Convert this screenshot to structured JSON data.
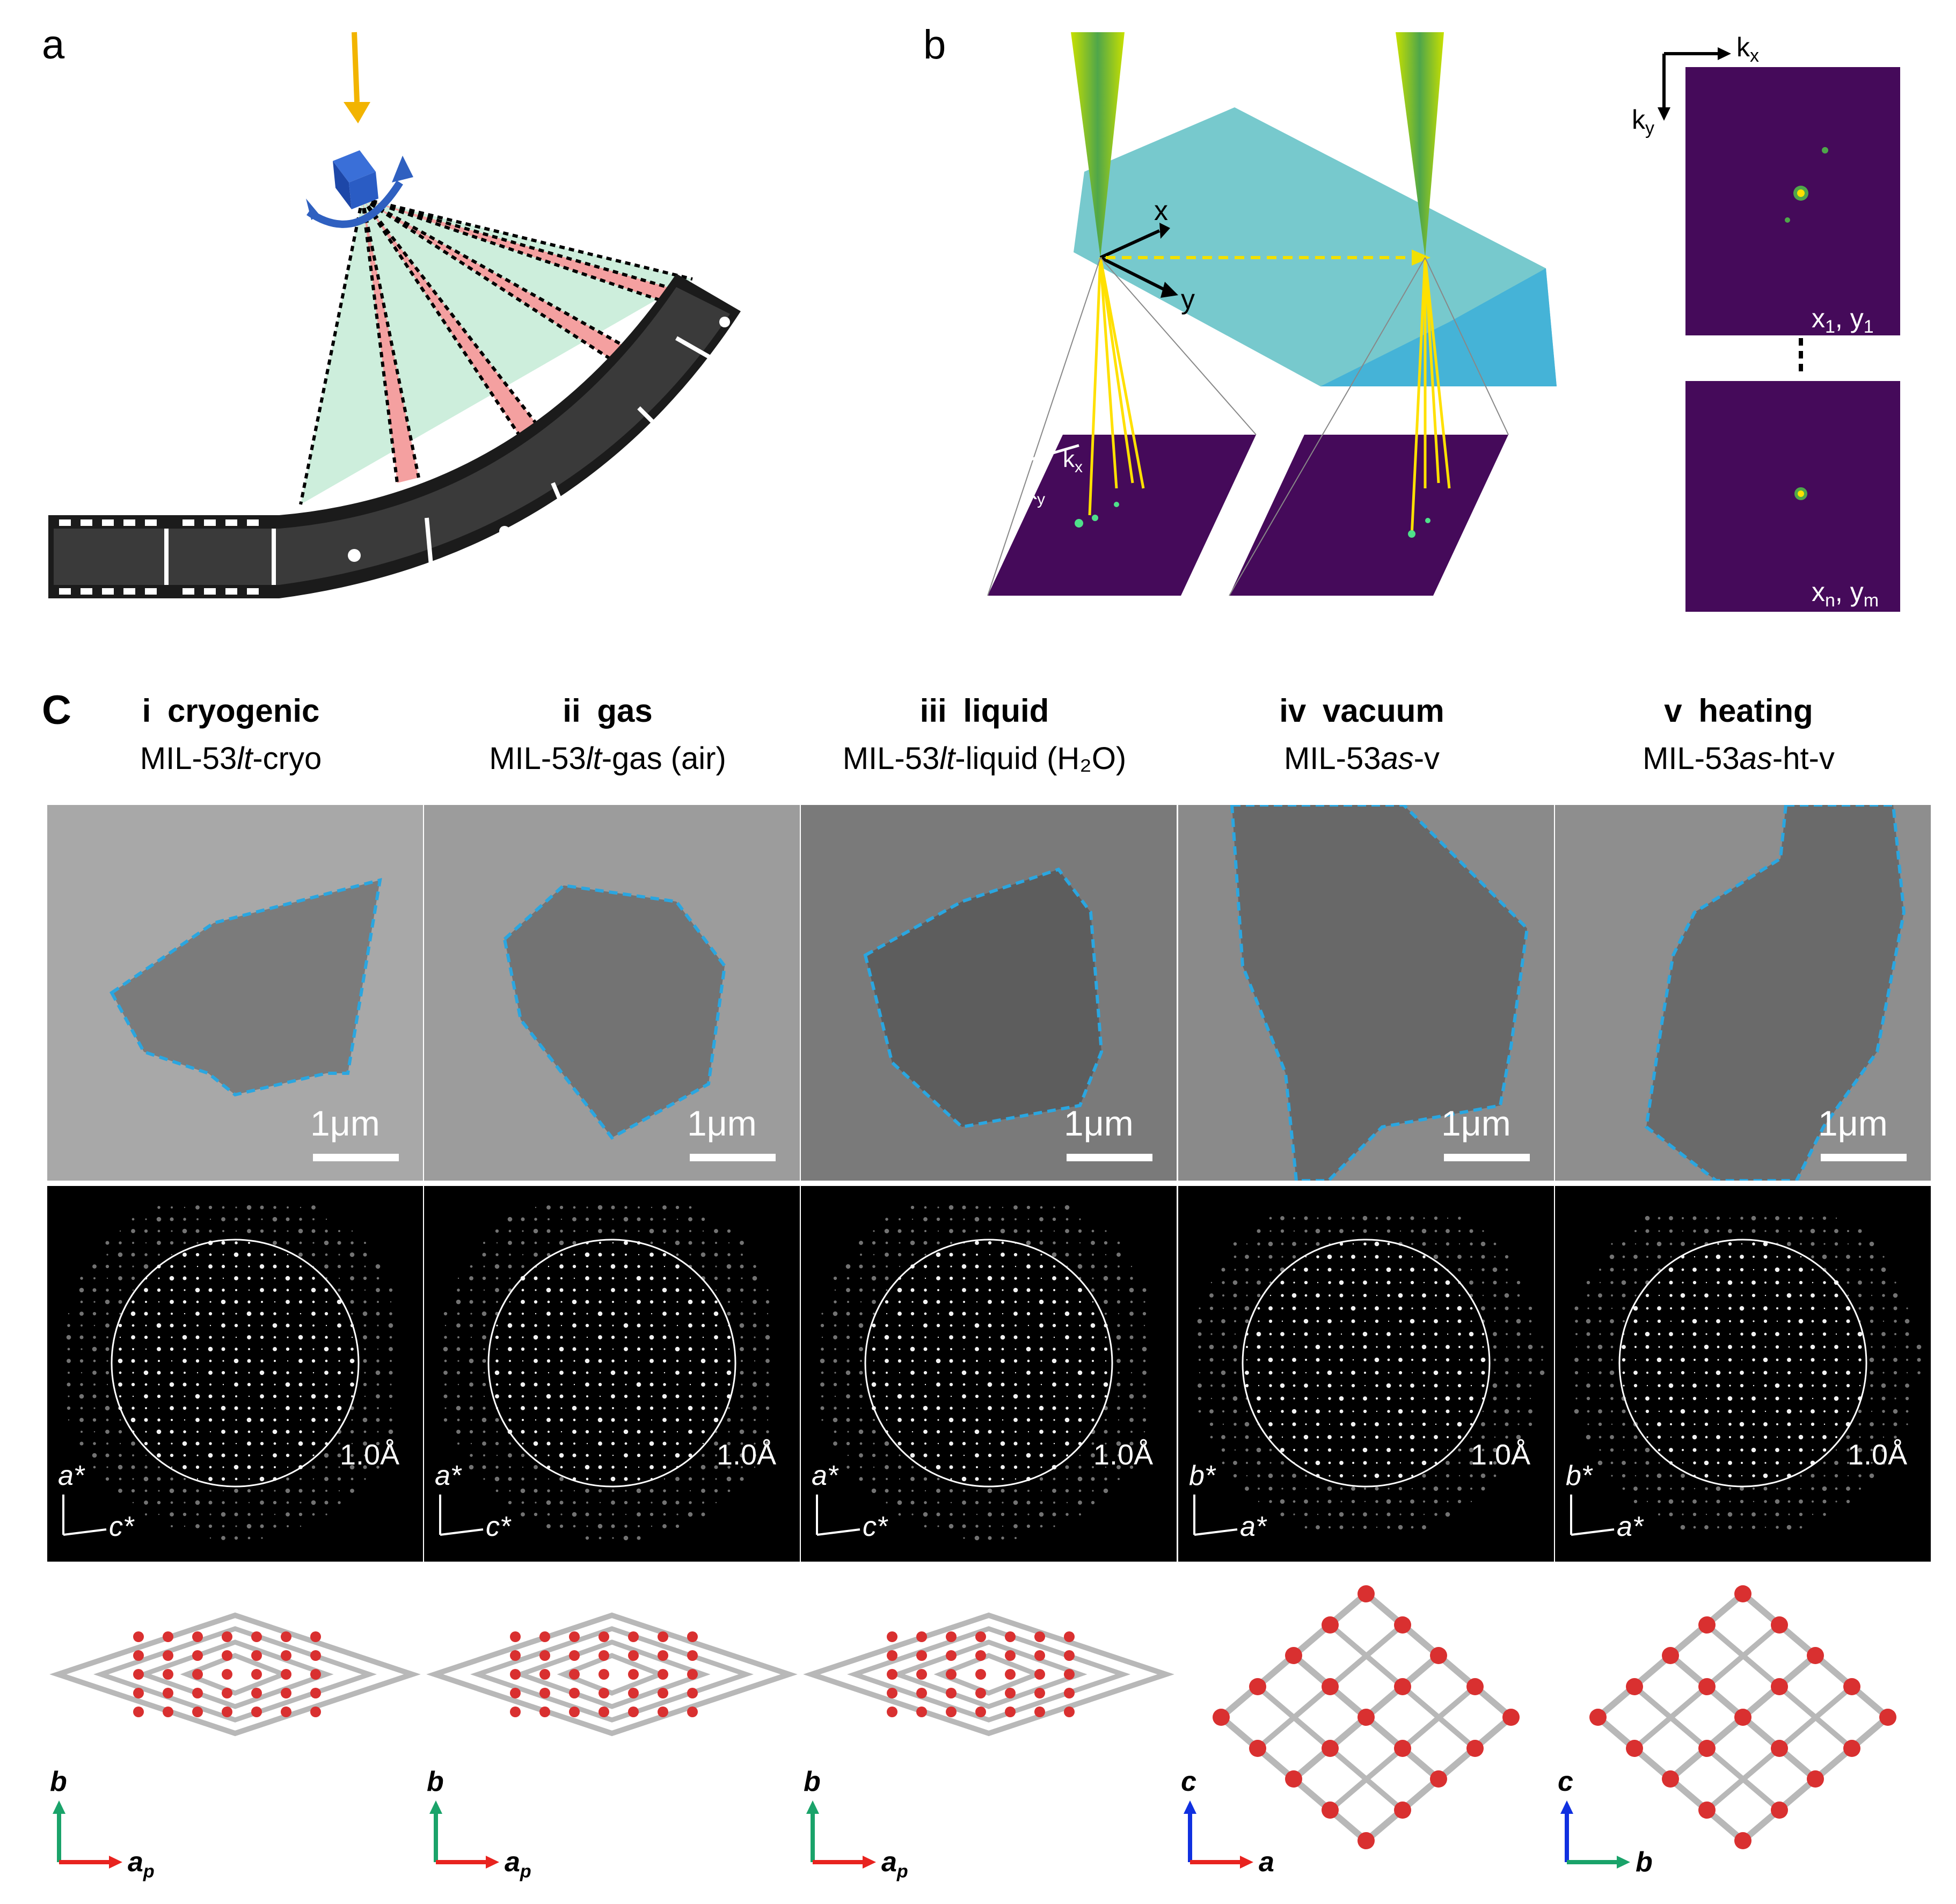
{
  "panels": {
    "a": "a",
    "b": "b",
    "c": "C"
  },
  "panel_b": {
    "x_axis": "x",
    "y_axis": "y",
    "kx": "k",
    "kx_sub": "x",
    "ky": "k",
    "ky_sub": "y",
    "pattern1_label": "x",
    "pattern1_sub1": "1",
    "pattern1_sep": ", y",
    "pattern1_sub2": "1",
    "pattern2_label": "x",
    "pattern2_sub1": "n",
    "pattern2_sep": ", y",
    "pattern2_sub2": "m"
  },
  "columns": [
    {
      "numeral": "i",
      "title": "cryogenic",
      "sample_pre": "MIL-53",
      "sample_it": "lt",
      "sample_post": "-cryo",
      "scale": "1μm",
      "resolution": "1.0Å",
      "k_up": "a*",
      "k_right": "c*",
      "r_up": "b",
      "r_right": "a",
      "r_right_sub": "p"
    },
    {
      "numeral": "ii",
      "title": "gas",
      "sample_pre": "MIL-53",
      "sample_it": "lt",
      "sample_post": "-gas (air)",
      "scale": "1μm",
      "resolution": "1.0Å",
      "k_up": "a*",
      "k_right": "c*",
      "r_up": "b",
      "r_right": "a",
      "r_right_sub": "p"
    },
    {
      "numeral": "iii",
      "title": "liquid",
      "sample_pre": "MIL-53",
      "sample_it": "lt",
      "sample_post": "-liquid (H₂O)",
      "scale": "1μm",
      "resolution": "1.0Å",
      "k_up": "a*",
      "k_right": "c*",
      "r_up": "b",
      "r_right": "a",
      "r_right_sub": "p"
    },
    {
      "numeral": "iv",
      "title": "vacuum",
      "sample_pre": "MIL-53",
      "sample_it": "as",
      "sample_post": "-v",
      "scale": "1μm",
      "resolution": "1.0Å",
      "k_up": "b*",
      "k_right": "a*",
      "r_up": "c",
      "r_right": "a",
      "r_right_sub": ""
    },
    {
      "numeral": "v",
      "title": "heating",
      "sample_pre": "MIL-53",
      "sample_it": "as",
      "sample_post": "-ht-v",
      "scale": "1μm",
      "resolution": "1.0Å",
      "k_up": "b*",
      "k_right": "a*",
      "r_up": "c",
      "r_right": "b",
      "r_right_sub": ""
    }
  ],
  "colors": {
    "dashed_outline": "#2aa6e0",
    "arrow_orange": "#f2b400",
    "film_fan_green": "#c8ecd8",
    "ray_red": "#f4a0a0",
    "plane_teal": "#5fbfc4",
    "detector_purple": "#450a5a",
    "axis_green": "#1aa36a",
    "axis_red": "#e8231f",
    "axis_blue": "#1030e0",
    "atom_red": "#d93030",
    "atom_grey": "#b8b8b8"
  }
}
